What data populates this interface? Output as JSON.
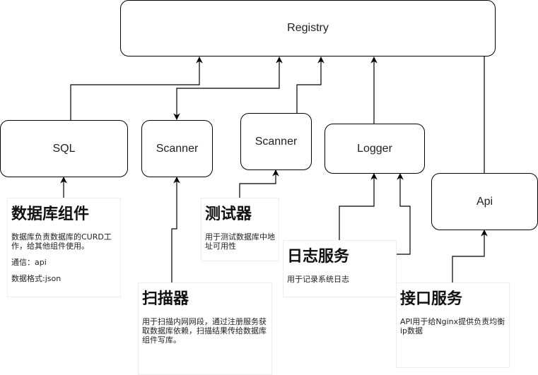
{
  "nodes": {
    "registry": "Registry",
    "sql": "SQL",
    "scanner1": "Scanner",
    "scanner2": "Scanner",
    "logger": "Logger",
    "api": "Api"
  },
  "notes": {
    "db": {
      "title": "数据库组件",
      "lines": [
        "数据库负责数据库的CURD工作，给其他组件使用。",
        "通信：api",
        "数据格式:json"
      ]
    },
    "scanner": {
      "title": "扫描器",
      "lines": [
        "用于扫描内网网段，通过注册服务获取数据库依赖，扫描结果传给数据库组件写库。"
      ]
    },
    "tester": {
      "title": "测试器",
      "lines": [
        "用于测试数据库中地址可用性"
      ]
    },
    "log": {
      "title": "日志服务",
      "lines": [
        "用于记录系统日志"
      ]
    },
    "iface": {
      "title": "接口服务",
      "lines": [
        "API用于给Nginx提供负责均衡ip数据"
      ]
    }
  }
}
